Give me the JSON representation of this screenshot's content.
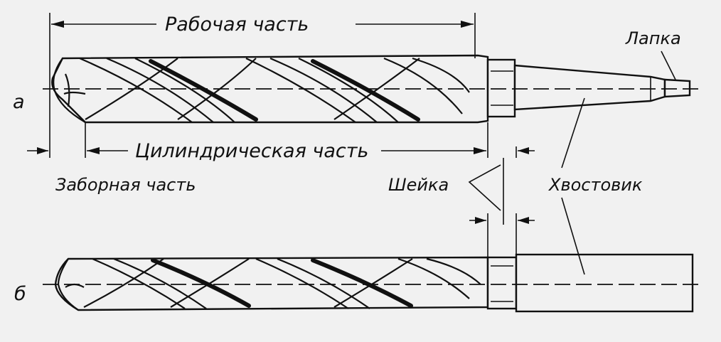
{
  "labels": {
    "working_part": "Рабочая часть",
    "tang": "Лапка",
    "cylindrical_part": "Цилиндрическая часть",
    "cutting_part": "Заборная часть",
    "neck": "Шейка",
    "shank": "Хвостовик",
    "view_a": "а",
    "view_b": "б"
  },
  "colors": {
    "ink": "#111111",
    "background": "#f1f1f1"
  }
}
